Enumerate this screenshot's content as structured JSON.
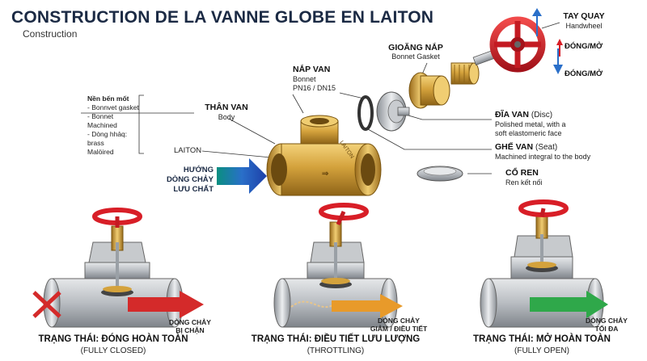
{
  "header": {
    "title": "CONSTRUCTION DE LA VANNE GLOBE EN LAITON",
    "subtitle": "Construction"
  },
  "parts": {
    "handwheel": {
      "name": "TAY QUAY",
      "desc": "Handwheel",
      "open_close_top": "ĐÓNG/MỞ",
      "open_close_bottom": "ĐÓNG/MỞ"
    },
    "gasket": {
      "name": "GIOĂNG NẮP",
      "desc": "Bonnet Gasket"
    },
    "bonnet": {
      "name": "NẮP VAN",
      "desc": "Bonnet",
      "spec": "PN16 / DN15"
    },
    "body": {
      "name": "THÂN VAN",
      "desc": "Body"
    },
    "material": {
      "name": "LAITON"
    },
    "disc": {
      "name": "ĐĨA VAN",
      "name_suffix": "(Disc)",
      "desc1": "Polished metal, with a",
      "desc2": "soft elastomeric face"
    },
    "seat": {
      "name": "GHẾ VAN",
      "name_suffix": "(Seat)",
      "desc": "Machined integral to the body"
    },
    "thread": {
      "name": "CỔ REN",
      "desc": "Ren kết nối"
    }
  },
  "materials_note": {
    "heading": "Nền bến mốt",
    "lines": [
      "- Bonnvet gasket",
      "- Bonnet",
      "  Machined",
      "- Dòng hhảq:",
      "  brass",
      "  Malöired"
    ]
  },
  "flow_direction": {
    "line1": "HƯỚNG",
    "line2": "DÒNG CHẢY",
    "line3": "LƯU CHẤT"
  },
  "states": [
    {
      "title": "TRẠNG THÁI: ĐÓNG HOÀN TOÀN",
      "sub": "(FULLY CLOSED)",
      "flow1": "DÒNG CHẢY",
      "flow2": "BỊ CHẶN",
      "arrow_color": "#d42a2a"
    },
    {
      "title": "TRẠNG THÁI: ĐIỀU TIẾT LƯU LƯỢNG",
      "sub": "(THROTTLING)",
      "flow1": "DÒNG CHẢY",
      "flow2": "GIẢM / ĐIỀU TIẾT",
      "arrow_color": "#e89a2a"
    },
    {
      "title": "TRẠNG THÁI: MỞ HOÀN TOÀN",
      "sub": "(FULLY OPEN)",
      "flow1": "DÒNG CHẢY",
      "flow2": "TỐI ĐA",
      "arrow_color": "#2fa84a"
    }
  ],
  "colors": {
    "brass": "#d4a23c",
    "handwheel_red": "#d81e27",
    "steel": "#b9bdc2",
    "title_navy": "#1b2a44",
    "arrow_blue": "#2a6fc9"
  }
}
